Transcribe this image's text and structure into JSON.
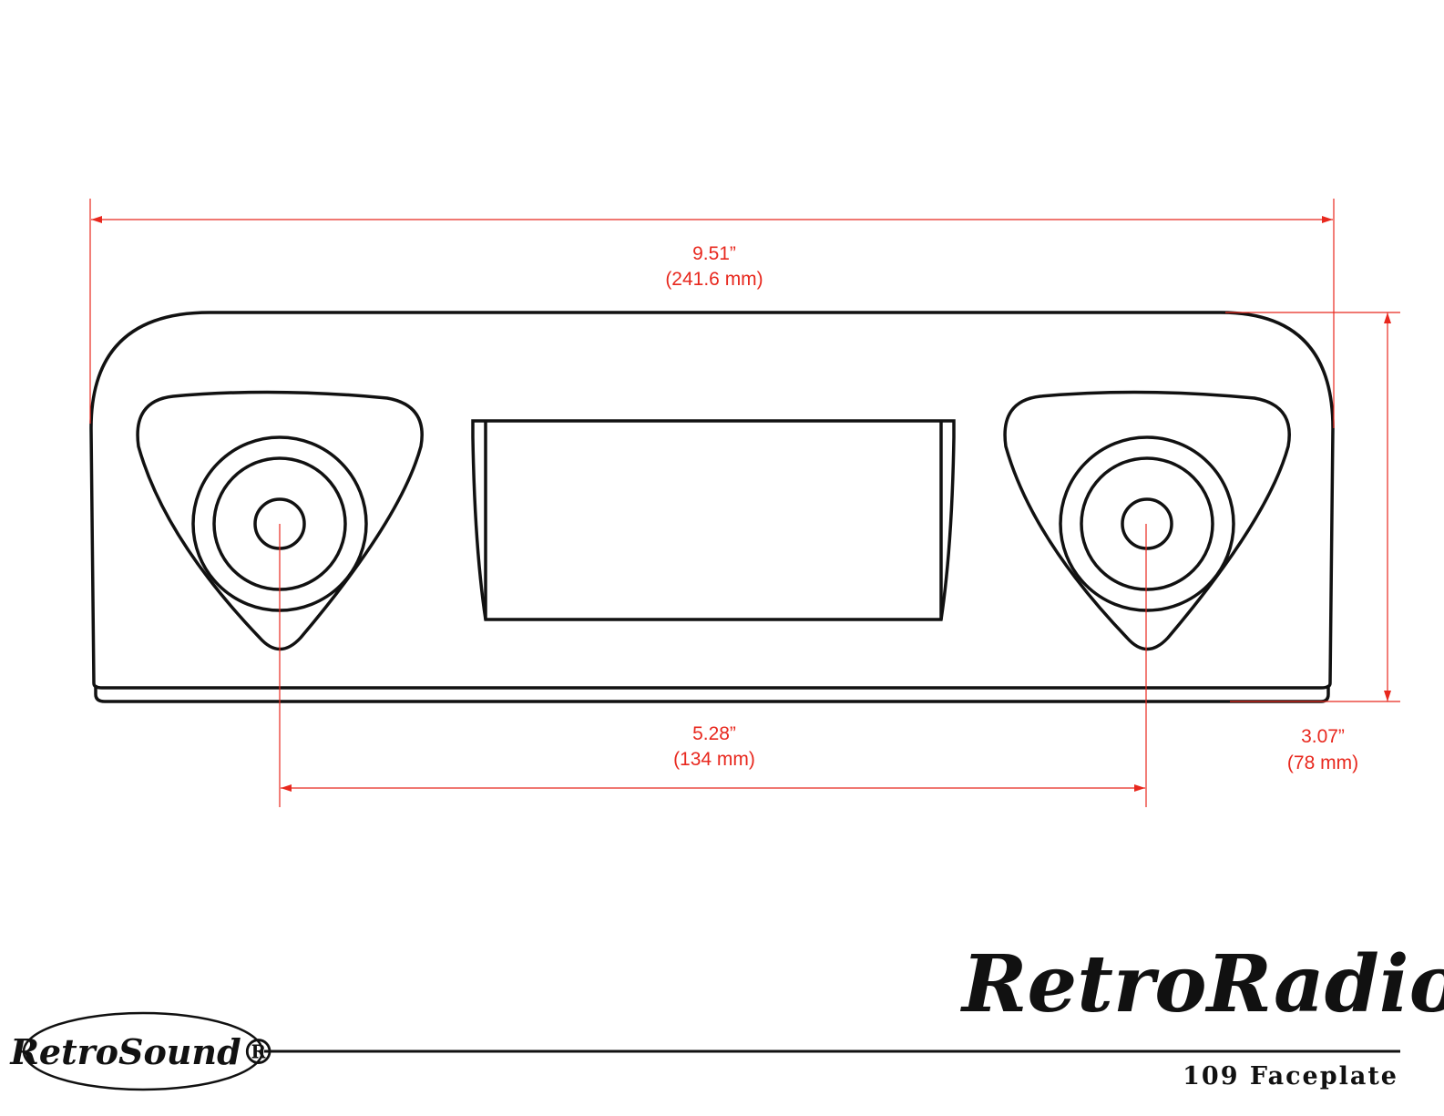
{
  "dimensions": {
    "width": {
      "inch": "9.51”",
      "mm": "(241.6 mm)"
    },
    "knob_spacing": {
      "inch": "5.28”",
      "mm": "(134 mm)"
    },
    "height": {
      "inch": "3.07”",
      "mm": "(78 mm)"
    }
  },
  "brand": {
    "left_logo": "RetroSound®",
    "right_logo": "RetroRadio",
    "product_title": "109 Faceplate"
  },
  "colors": {
    "dimension": "#e8281e",
    "outline": "#111111"
  }
}
